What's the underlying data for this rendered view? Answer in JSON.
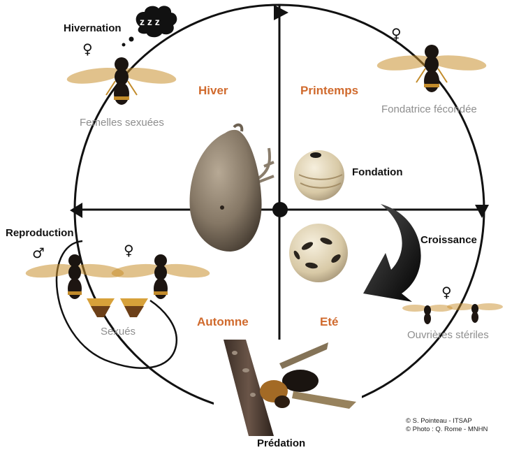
{
  "seasons": {
    "hiver": "Hiver",
    "printemps": "Printemps",
    "automne": "Automne",
    "ete": "Eté"
  },
  "stages": {
    "hivernation": "Hivernation",
    "femelles_sexuees": "Femelles sexuées",
    "fondatrice_fecondee": "Fondatrice fécondée",
    "fondation": "Fondation",
    "croissance": "Croissance",
    "ouvrieres_steriles": "Ouvrières stériles",
    "reproduction": "Reproduction",
    "sexues": "Sexués",
    "predation": "Prédation"
  },
  "symbols": {
    "female": "♀",
    "male": "♂",
    "sleep": "z z z"
  },
  "credits": {
    "line1": "© S. Pointeau  - ITSAP",
    "line2": "© Photo : Q. Rome - MNHN"
  },
  "colors": {
    "season_text": "#d06a2d",
    "grey_text": "#8e8e8e",
    "line": "#111111"
  }
}
